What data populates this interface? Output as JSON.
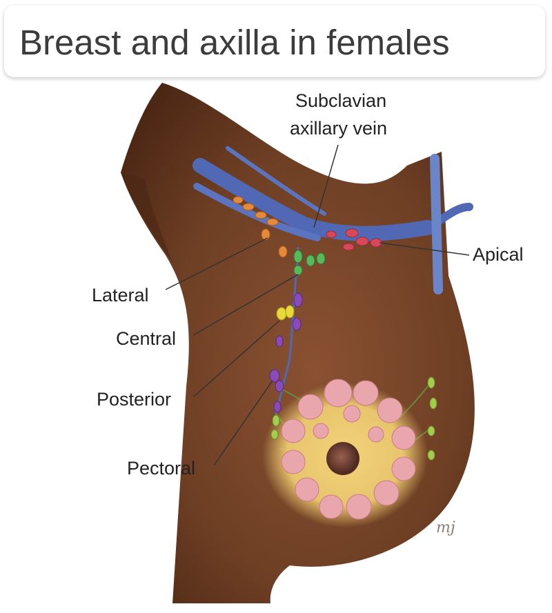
{
  "title": "Breast and axilla in females",
  "labels": {
    "subclavian_line1": "Subclavian",
    "subclavian_line2": "axillary vein",
    "apical": "Apical",
    "lateral": "Lateral",
    "central": "Central",
    "posterior": "Posterior",
    "pectoral": "Pectoral"
  },
  "signature": "mj",
  "colors": {
    "skin": "#6e3f24",
    "skin_shadow": "#4a2614",
    "vein": "#5169b4",
    "areola": "#e8c56c",
    "gland": "#e9a6ad",
    "nipple": "#6b3a2e",
    "node_orange": "#e58a3a",
    "node_red": "#d9485a",
    "node_green": "#58b85c",
    "node_yellow": "#e8d83a",
    "node_purple": "#8a4ab8",
    "node_lime": "#a6cc4e"
  }
}
